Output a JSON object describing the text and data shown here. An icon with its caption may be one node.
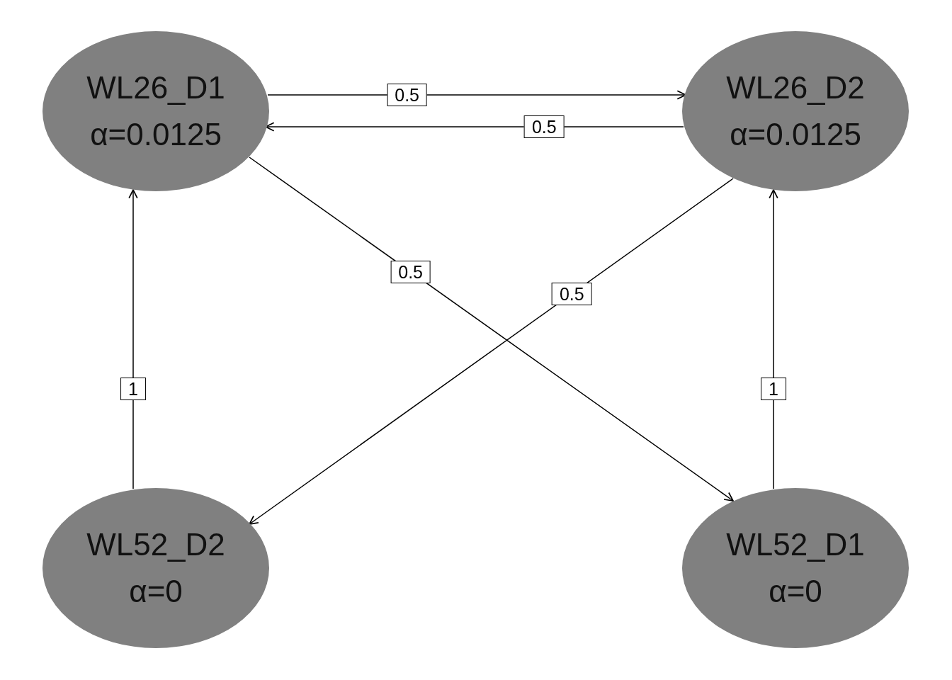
{
  "diagram": {
    "nodes": [
      {
        "text": [
          "WL26_D1",
          "α=0.0125"
        ]
      },
      {
        "text": [
          "WL26_D2",
          "α=0.0125"
        ]
      },
      {
        "text": [
          "WL52_D2",
          "α=0"
        ]
      },
      {
        "text": [
          "WL52_D1",
          "α=0"
        ]
      }
    ],
    "edges": [
      {
        "from": 0,
        "to": 1,
        "arrow": "to",
        "label": "0.5"
      },
      {
        "from": 1,
        "to": 0,
        "arrow": "to",
        "label": "0.5"
      },
      {
        "from": 0,
        "to": 3,
        "arrow": "to",
        "label": "0.5"
      },
      {
        "from": 1,
        "to": 2,
        "arrow": "to",
        "label": "0.5"
      },
      {
        "from": 2,
        "to": 0,
        "arrow": "to",
        "label": "1"
      },
      {
        "from": 3,
        "to": 1,
        "arrow": "to",
        "label": "1"
      }
    ]
  }
}
